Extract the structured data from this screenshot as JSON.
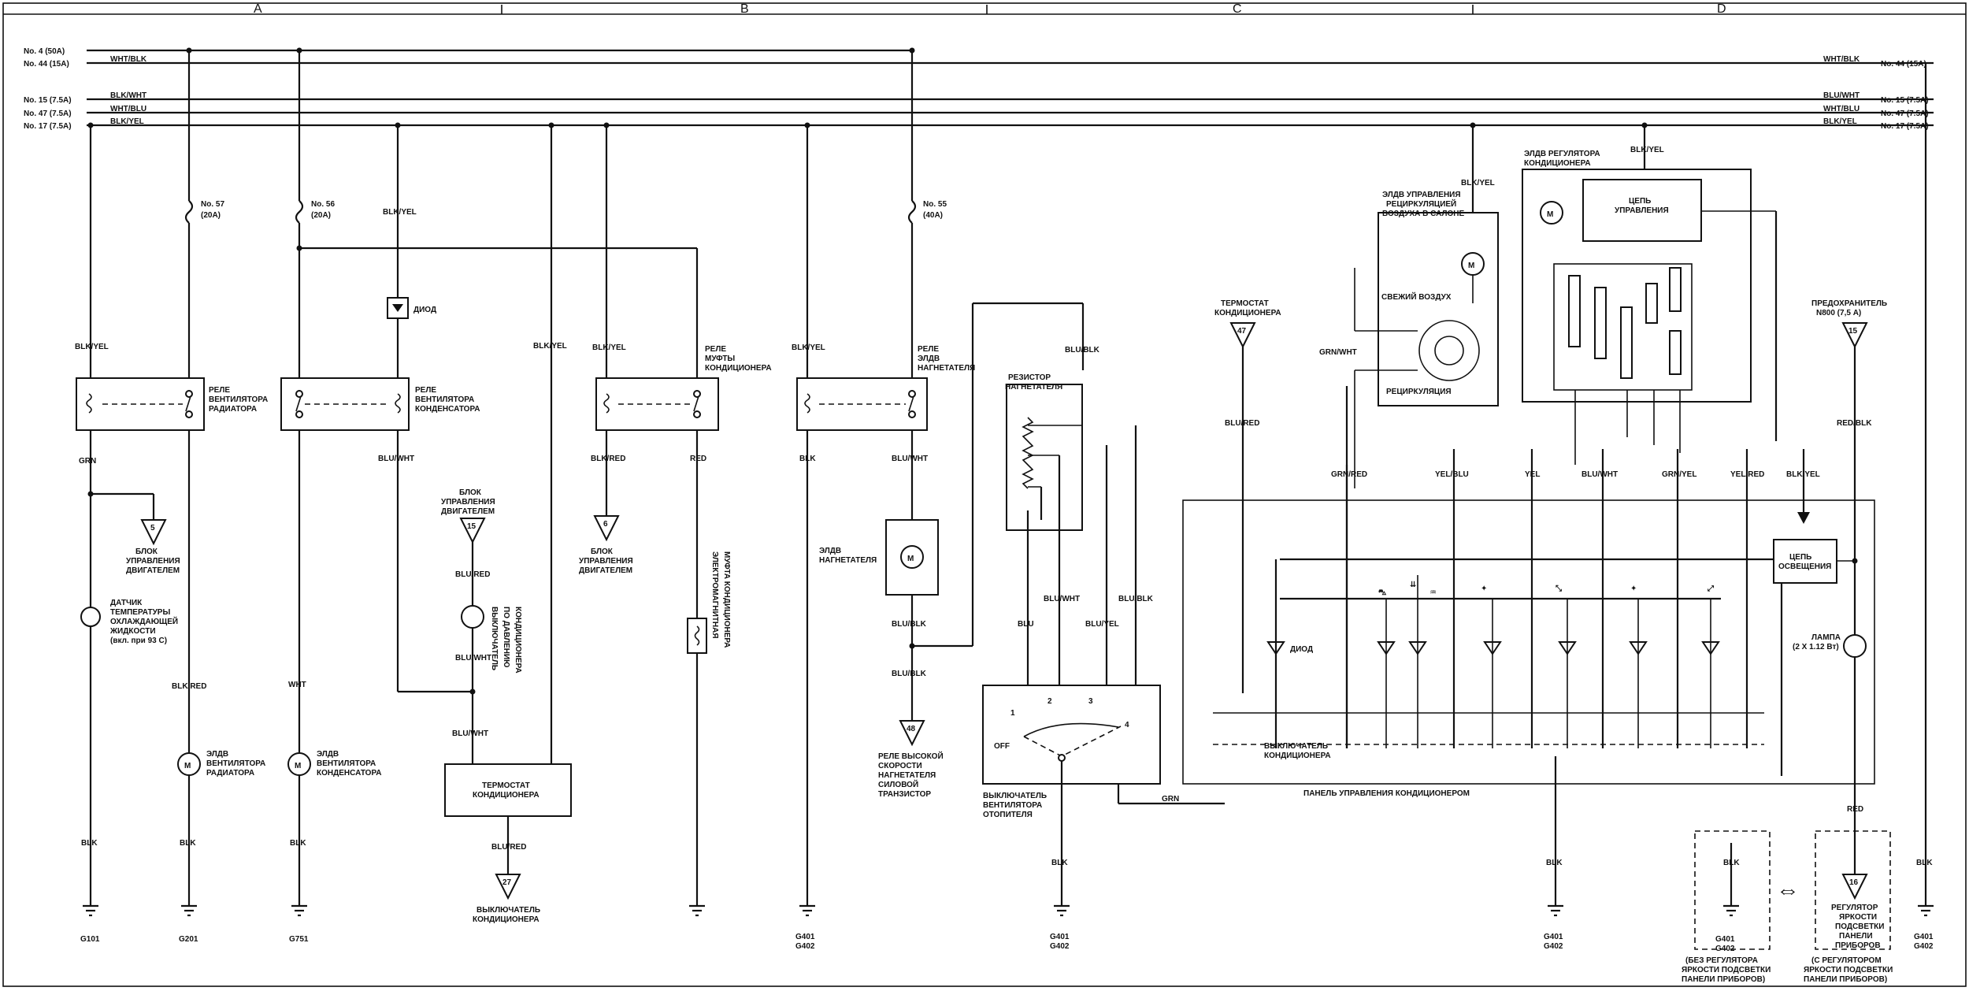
{
  "zones": [
    "A",
    "B",
    "C",
    "D"
  ],
  "fuses_left": {
    "f1": "No. 4 (50A)",
    "f44": "No. 44 (15A)",
    "f15": "No. 15 (7.5A)",
    "f47": "No. 47 (7.5A)",
    "f17": "No. 17 (7.5A)"
  },
  "fuses_right": {
    "f44": "No. 44 (15A)",
    "f15": "No. 15 (7.5A)",
    "f47": "No. 47 (7.5A)",
    "f17": "No. 17 (7.5A)"
  },
  "fuses_mid": {
    "f57": "No. 57",
    "f57a": "(20A)",
    "f56": "No. 56",
    "f56a": "(20A)",
    "f55": "No. 55",
    "f55a": "(40A)"
  },
  "wires": {
    "wht_blk": "WHT/BLK",
    "blk_wht": "BLK/WHT",
    "wht_blu": "WHT/BLU",
    "blk_yel": "BLK/YEL",
    "blu_wht": "BLU/WHT",
    "blu_blk": "BLU/BLK",
    "blu_red": "BLU/RED",
    "blk_red": "BLK/RED",
    "blu_yel": "BLU/YEL",
    "grn_wht": "GRN/WHT",
    "grn_red": "GRN/RED",
    "yel_blu": "YEL/BLU",
    "grn_yel": "GRN/YEL",
    "yel_red": "YEL/RED",
    "red_blk": "RED/BLK",
    "grn": "GRN",
    "blk": "BLK",
    "wht": "WHT",
    "red": "RED",
    "yel": "YEL",
    "blu": "BLU"
  },
  "labels": {
    "relay_radiator_fan": [
      "РЕЛЕ",
      "ВЕНТИЛЯТОРА",
      "РАДИАТОРА"
    ],
    "relay_condenser_fan": [
      "РЕЛЕ",
      "ВЕНТИЛЯТОРА",
      "КОНДЕНСАТОРА"
    ],
    "relay_clutch": [
      "РЕЛЕ",
      "МУФТЫ",
      "КОНДИЦИОНЕРА"
    ],
    "relay_blower": [
      "РЕЛЕ",
      "ЭЛДВ",
      "НАГНЕТАТЕЛЯ"
    ],
    "diode": "ДИОД",
    "ecu_1": [
      "БЛОК",
      "УПРАВЛЕНИЯ",
      "ДВИГАТЕЛЕМ"
    ],
    "ecu_2": [
      "БЛОК",
      "УПРАВЛЕНИЯ",
      "ДВИГАТЕЛЕМ"
    ],
    "ecu_3": [
      "БЛОК",
      "УПРАВЛЕНИЯ",
      "ДВИГАТЕЛЕМ"
    ],
    "coolant_sensor": [
      "ДАТЧИК",
      "ТЕМПЕРАТУРЫ",
      "ОХЛАЖДАЮЩЕЙ",
      "ЖИДКОСТИ",
      "(вкл. при 93 С)"
    ],
    "motor_radiator": [
      "ЭЛДВ",
      "ВЕНТИЛЯТОРА",
      "РАДИАТОРА"
    ],
    "motor_condenser": [
      "ЭЛДВ",
      "ВЕНТИЛЯТОРА",
      "КОНДЕНСАТОРА"
    ],
    "pressure_switch": [
      "ВЫКЛЮЧАТЕЛЬ",
      "ПО ДАВЛЕНИЮ",
      "КОНДИЦИОНЕРА"
    ],
    "thermostat_ac": [
      "ТЕРМОСТАТ",
      "КОНДИЦИОНЕРА"
    ],
    "ac_switch_out": [
      "ВЫКЛЮЧАТЕЛЬ",
      "КОНДИЦИОНЕРА"
    ],
    "clutch": [
      "ЭЛЕКТРОМАГНИТНАЯ",
      "МУФТА КОНДИЦИОНЕРА"
    ],
    "blower_motor": [
      "ЭЛДВ",
      "НАГНЕТАТЕЛЯ"
    ],
    "hi_relay": [
      "РЕЛЕ ВЫСОКОЙ",
      "СКОРОСТИ",
      "НАГНЕТАТЕЛЯ",
      "СИЛОВОЙ",
      "ТРАНЗИСТОР"
    ],
    "resistor": [
      "РЕЗИСТОР",
      "НАГНЕТАТЕЛЯ"
    ],
    "fan_switch": [
      "ВЫКЛЮЧАТЕЛЬ",
      "ВЕНТИЛЯТОРА",
      "ОТОПИТЕЛЯ"
    ],
    "off": "OFF",
    "speeds": [
      "1",
      "2",
      "3",
      "4"
    ],
    "recirc_motor": [
      "ЭЛДВ УПРАВЛЕНИЯ",
      "РЕЦИРКУЛЯЦИЕЙ",
      "ВОЗДУХА В САЛОНЕ"
    ],
    "fresh": "СВЕЖИЙ ВОЗДУХ",
    "recirc": "РЕЦИРКУЛЯЦИЯ",
    "thermostat_ac_top": [
      "ТЕРМОСТАТ",
      "КОНДИЦИОНЕРА"
    ],
    "mode_motor": [
      "ЭЛДВ РЕГУЛЯТОРА",
      "КОНДИЦИОНЕРА"
    ],
    "control_circuit": [
      "ЦЕПЬ",
      "УПРАВЛЕНИЯ"
    ],
    "fuse_right": [
      "ПРЕДОХРАНИТЕЛЬ",
      "N800 (7,5 А)"
    ],
    "illum_circuit": [
      "ЦЕПЬ",
      "ОСВЕЩЕНИЯ"
    ],
    "lamp": [
      "ЛАМПА",
      "(2 X 1.12 Вт)"
    ],
    "diode_panel": "ДИОД",
    "ac_switch_panel": [
      "ВЫКЛЮЧАТЕЛЬ",
      "КОНДИЦИОНЕРА"
    ],
    "panel": "ПАНЕЛЬ УПРАВЛЕНИЯ КОНДИЦИОНЕРОМ",
    "no_dimmer": [
      "(БЕЗ РЕГУЛЯТОРА",
      "ЯРКОСТИ ПОДСВЕТКИ",
      "ПАНЕЛИ ПРИБОРОВ)"
    ],
    "with_dimmer": [
      "(С РЕГУЛЯТОРОМ",
      "ЯРКОСТИ ПОДСВЕТКИ",
      "ПАНЕЛИ ПРИБОРОВ)"
    ],
    "dimmer": [
      "РЕГУЛЯТОР",
      "ЯРКОСТИ",
      "ПОДСВЕТКИ",
      "ПАНЕЛИ",
      "ПРИБОРОВ"
    ]
  },
  "connectors": {
    "c_ecu1": "5",
    "c_ecu2": "15",
    "c_ecu3": "6",
    "c_ac": "27",
    "c_hi": "48",
    "c_th": "47",
    "c_fuse": "15",
    "c_dim": "16"
  },
  "grounds": {
    "g101": "G101",
    "g201": "G201",
    "g751": "G751",
    "g401": "G401",
    "g402": "G402"
  }
}
